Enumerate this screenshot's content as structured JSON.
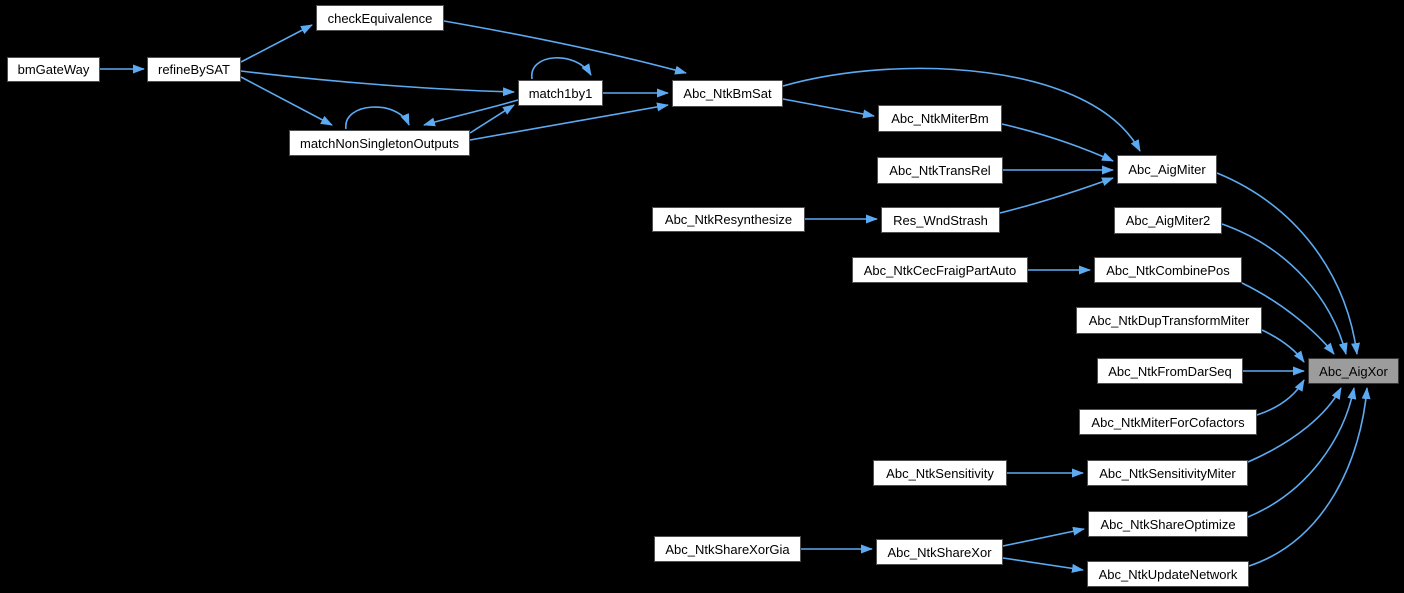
{
  "diagram": {
    "kind": "doxygen-call-graph",
    "colors": {
      "background": "#000000",
      "edge": "#5caaf2",
      "node_fill": "#ffffff",
      "node_border": "#4f4f4f",
      "node_text": "#000000",
      "highlight_fill": "#9c9c9c",
      "highlight_border": "#383838"
    },
    "nodes": [
      {
        "id": "bmGateWay",
        "label": "bmGateWay",
        "highlighted": false
      },
      {
        "id": "refineBySAT",
        "label": "refineBySAT",
        "highlighted": false
      },
      {
        "id": "checkEquivalence",
        "label": "checkEquivalence",
        "highlighted": false
      },
      {
        "id": "matchNonSingletonOutputs",
        "label": "matchNonSingletonOutputs",
        "highlighted": false
      },
      {
        "id": "match1by1",
        "label": "match1by1",
        "highlighted": false
      },
      {
        "id": "Abc_NtkBmSat",
        "label": "Abc_NtkBmSat",
        "highlighted": false
      },
      {
        "id": "Abc_NtkMiterBm",
        "label": "Abc_NtkMiterBm",
        "highlighted": false
      },
      {
        "id": "Abc_NtkTransRel",
        "label": "Abc_NtkTransRel",
        "highlighted": false
      },
      {
        "id": "Res_WndStrash",
        "label": "Res_WndStrash",
        "highlighted": false
      },
      {
        "id": "Abc_NtkResynthesize",
        "label": "Abc_NtkResynthesize",
        "highlighted": false
      },
      {
        "id": "Abc_NtkCecFraigPartAuto",
        "label": "Abc_NtkCecFraigPartAuto",
        "highlighted": false
      },
      {
        "id": "Abc_AigMiter",
        "label": "Abc_AigMiter",
        "highlighted": false
      },
      {
        "id": "Abc_AigMiter2",
        "label": "Abc_AigMiter2",
        "highlighted": false
      },
      {
        "id": "Abc_NtkCombinePos",
        "label": "Abc_NtkCombinePos",
        "highlighted": false
      },
      {
        "id": "Abc_NtkDupTransformMiter",
        "label": "Abc_NtkDupTransformMiter",
        "highlighted": false
      },
      {
        "id": "Abc_NtkFromDarSeq",
        "label": "Abc_NtkFromDarSeq",
        "highlighted": false
      },
      {
        "id": "Abc_NtkMiterForCofactors",
        "label": "Abc_NtkMiterForCofactors",
        "highlighted": false
      },
      {
        "id": "Abc_NtkSensitivity",
        "label": "Abc_NtkSensitivity",
        "highlighted": false
      },
      {
        "id": "Abc_NtkSensitivityMiter",
        "label": "Abc_NtkSensitivityMiter",
        "highlighted": false
      },
      {
        "id": "Abc_NtkShareXorGia",
        "label": "Abc_NtkShareXorGia",
        "highlighted": false
      },
      {
        "id": "Abc_NtkShareXor",
        "label": "Abc_NtkShareXor",
        "highlighted": false
      },
      {
        "id": "Abc_NtkShareOptimize",
        "label": "Abc_NtkShareOptimize",
        "highlighted": false
      },
      {
        "id": "Abc_NtkUpdateNetwork",
        "label": "Abc_NtkUpdateNetwork",
        "highlighted": false
      },
      {
        "id": "Abc_AigXor",
        "label": "Abc_AigXor",
        "highlighted": true
      }
    ],
    "edges": [
      {
        "from": "bmGateWay",
        "to": "refineBySAT"
      },
      {
        "from": "refineBySAT",
        "to": "checkEquivalence"
      },
      {
        "from": "refineBySAT",
        "to": "match1by1"
      },
      {
        "from": "refineBySAT",
        "to": "matchNonSingletonOutputs"
      },
      {
        "from": "checkEquivalence",
        "to": "Abc_NtkBmSat"
      },
      {
        "from": "match1by1",
        "to": "match1by1"
      },
      {
        "from": "match1by1",
        "to": "Abc_NtkBmSat"
      },
      {
        "from": "match1by1",
        "to": "matchNonSingletonOutputs"
      },
      {
        "from": "matchNonSingletonOutputs",
        "to": "match1by1"
      },
      {
        "from": "matchNonSingletonOutputs",
        "to": "matchNonSingletonOutputs"
      },
      {
        "from": "matchNonSingletonOutputs",
        "to": "Abc_NtkBmSat"
      },
      {
        "from": "Abc_NtkBmSat",
        "to": "Abc_NtkMiterBm"
      },
      {
        "from": "Abc_NtkBmSat",
        "to": "Abc_AigMiter"
      },
      {
        "from": "Abc_NtkMiterBm",
        "to": "Abc_AigMiter"
      },
      {
        "from": "Abc_NtkTransRel",
        "to": "Abc_AigMiter"
      },
      {
        "from": "Res_WndStrash",
        "to": "Abc_AigMiter"
      },
      {
        "from": "Abc_NtkResynthesize",
        "to": "Res_WndStrash"
      },
      {
        "from": "Abc_NtkCecFraigPartAuto",
        "to": "Abc_NtkCombinePos"
      },
      {
        "from": "Abc_AigMiter",
        "to": "Abc_AigXor"
      },
      {
        "from": "Abc_AigMiter2",
        "to": "Abc_AigXor"
      },
      {
        "from": "Abc_NtkCombinePos",
        "to": "Abc_AigXor"
      },
      {
        "from": "Abc_NtkDupTransformMiter",
        "to": "Abc_AigXor"
      },
      {
        "from": "Abc_NtkFromDarSeq",
        "to": "Abc_AigXor"
      },
      {
        "from": "Abc_NtkMiterForCofactors",
        "to": "Abc_AigXor"
      },
      {
        "from": "Abc_NtkSensitivity",
        "to": "Abc_NtkSensitivityMiter"
      },
      {
        "from": "Abc_NtkSensitivityMiter",
        "to": "Abc_AigXor"
      },
      {
        "from": "Abc_NtkShareXorGia",
        "to": "Abc_NtkShareXor"
      },
      {
        "from": "Abc_NtkShareXor",
        "to": "Abc_NtkShareOptimize"
      },
      {
        "from": "Abc_NtkShareXor",
        "to": "Abc_NtkUpdateNetwork"
      },
      {
        "from": "Abc_NtkShareOptimize",
        "to": "Abc_AigXor"
      },
      {
        "from": "Abc_NtkUpdateNetwork",
        "to": "Abc_AigXor"
      }
    ]
  }
}
